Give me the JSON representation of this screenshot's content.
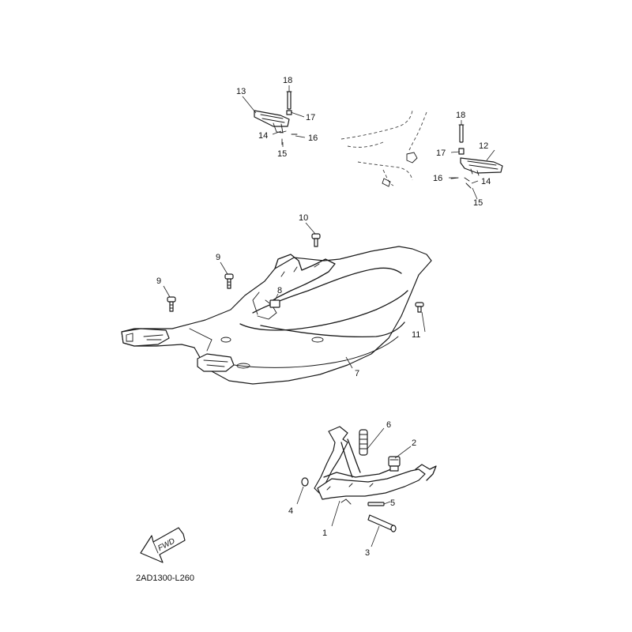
{
  "diagram": {
    "code": "2AD1300-L260",
    "fwd_label": "FWD",
    "callouts": {
      "c1": "1",
      "c2": "2",
      "c3": "3",
      "c4": "4",
      "c5": "5",
      "c6": "6",
      "c7": "7",
      "c8": "8",
      "c9a": "9",
      "c9b": "9",
      "c10": "10",
      "c11": "11",
      "c12": "12",
      "c13": "13",
      "c14a": "14",
      "c14b": "14",
      "c15a": "15",
      "c15b": "15",
      "c16a": "16",
      "c16b": "16",
      "c17a": "17",
      "c17b": "17",
      "c18a": "18",
      "c18b": "18"
    }
  }
}
